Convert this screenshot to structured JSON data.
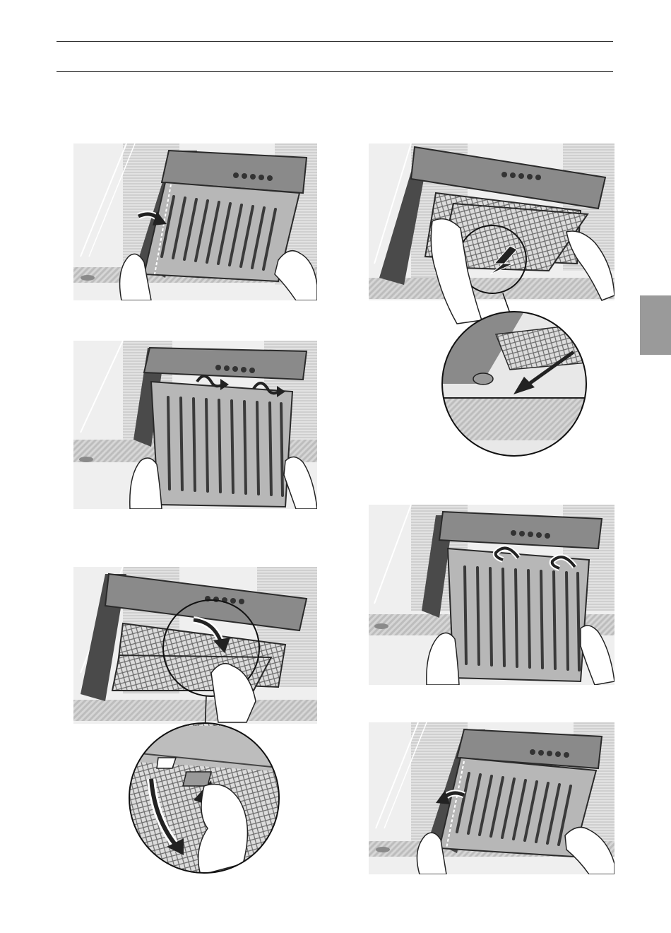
{
  "page": {
    "side_tab_color": "#9a9a9a",
    "rule_color": "#1a1a1a"
  },
  "figures": [
    {
      "name": "figure-remove-grease-filter-tilt",
      "icons": [
        "hand-icon",
        "arrow-right-icon"
      ]
    },
    {
      "name": "figure-unhook-grease-filter",
      "icons": [
        "hand-icon",
        "hook-arrow-icon"
      ]
    },
    {
      "name": "figure-release-charcoal-filter-clip",
      "icons": [
        "hand-icon",
        "arrow-down-icon",
        "magnifier-detail"
      ]
    },
    {
      "name": "figure-pull-out-charcoal-filter",
      "icons": [
        "hand-icon",
        "arrow-diagonal-icon",
        "magnifier-detail"
      ]
    },
    {
      "name": "figure-rehook-grease-filter",
      "icons": [
        "hand-icon",
        "hook-arrow-icon"
      ]
    },
    {
      "name": "figure-close-grease-filter",
      "icons": [
        "hand-icon",
        "arrow-left-icon"
      ]
    }
  ]
}
